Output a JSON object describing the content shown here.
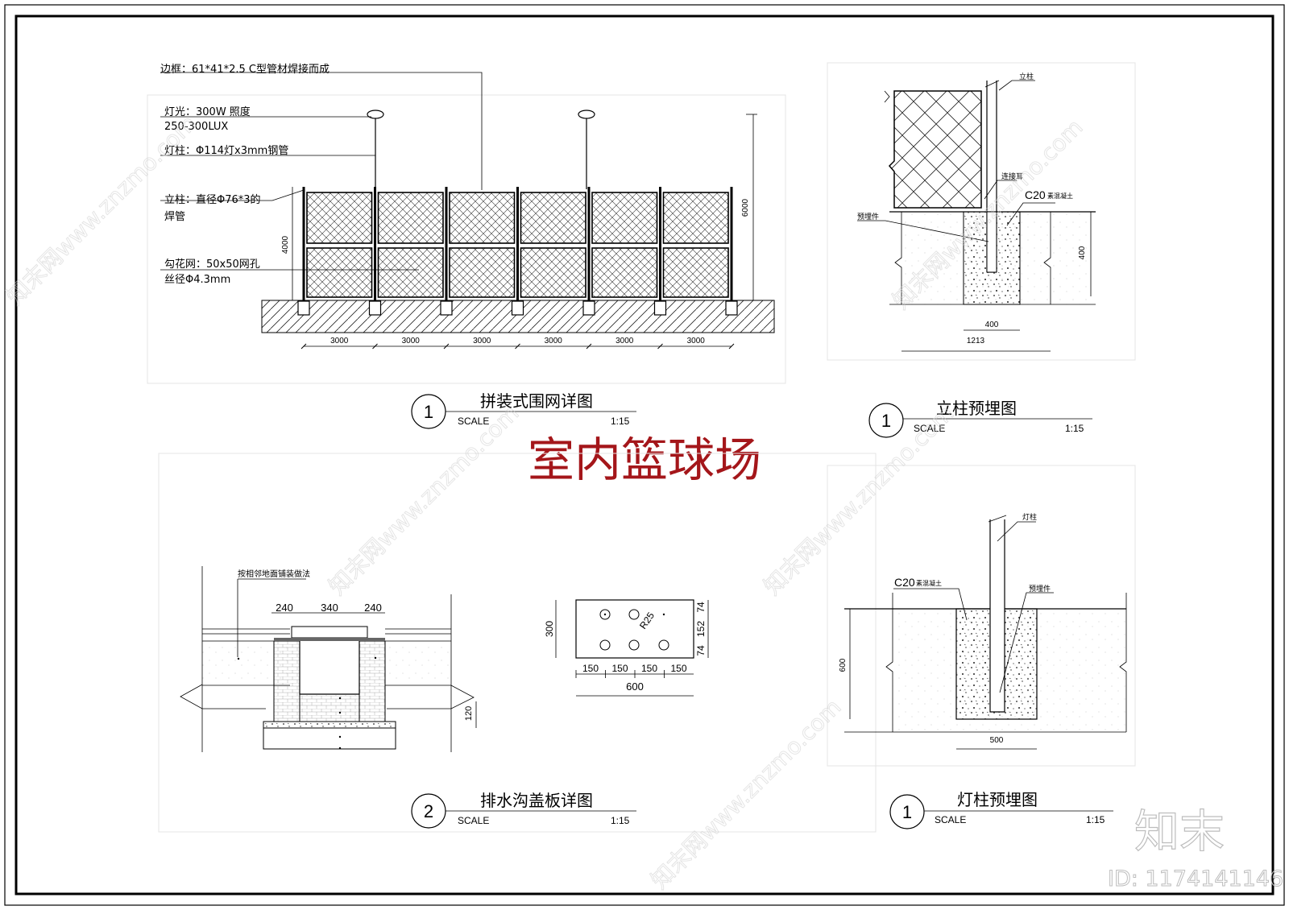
{
  "sheet_title": "室内篮球场",
  "fence": {
    "labels": {
      "frame": "边框：61*41*2.5 C型管材焊接而成",
      "light": "灯光：300W   照度",
      "light_lux": "250-300LUX",
      "light_pole": "灯柱：Φ114灯x3mm钢管",
      "post": "立柱：直径Φ76*3的",
      "post2": "焊管",
      "mesh": "勾花网：50x50网孔",
      "mesh2": "丝径Φ4.3mm"
    },
    "height_fence": "4000",
    "height_total": "6000",
    "bay_dims": [
      "3000",
      "3000",
      "3000",
      "3000",
      "3000",
      "3000"
    ],
    "title": {
      "num": "1",
      "name": "拼装式围网详图",
      "scale_label": "SCALE",
      "scale": "1:15"
    }
  },
  "post_embed": {
    "labels": {
      "post": "立柱",
      "connector": "连接耳",
      "concrete": "C20",
      "concrete_note": "素混凝土",
      "embed": "预埋件"
    },
    "dims": {
      "depth": "400",
      "width": "400",
      "total": "1213"
    },
    "title": {
      "num": "1",
      "name": "立柱预埋图",
      "scale_label": "SCALE",
      "scale": "1:15"
    }
  },
  "drain": {
    "labels": {
      "note": "按相邻地面铺装做法"
    },
    "dims": {
      "a": "240",
      "b": "340",
      "c": "240",
      "slab": "120"
    },
    "cover": {
      "height": "300",
      "r": "R25",
      "d1": "74",
      "d2": "152",
      "d3": "74",
      "w": [
        "150",
        "150",
        "150",
        "150"
      ],
      "total": "600"
    },
    "title": {
      "num": "2",
      "name": "排水沟盖板详图",
      "scale_label": "SCALE",
      "scale": "1:15"
    }
  },
  "light_embed": {
    "labels": {
      "pole": "灯柱",
      "concrete": "C20",
      "concrete_note": "素混凝土",
      "embed": "预埋件"
    },
    "dims": {
      "depth": "600",
      "width": "500"
    },
    "title": {
      "num": "1",
      "name": "灯柱预埋图",
      "scale_label": "SCALE",
      "scale": "1:15"
    }
  },
  "watermark": {
    "brand": "知末",
    "id": "ID: 1174141146",
    "site": "知末网www.znzmo.com"
  }
}
